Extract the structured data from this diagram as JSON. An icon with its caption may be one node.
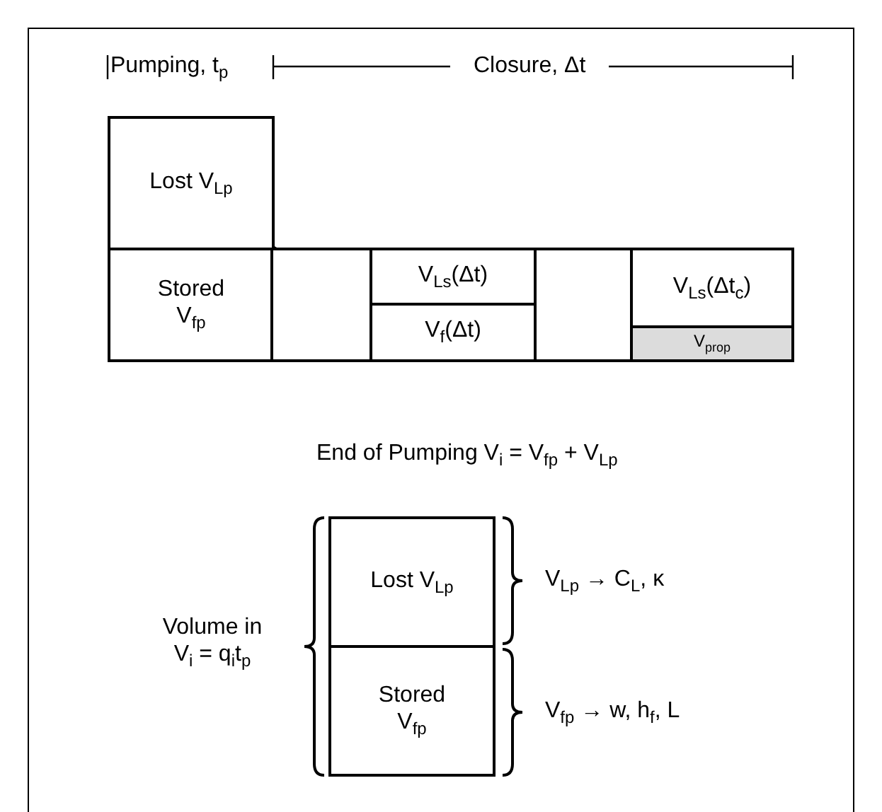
{
  "diagram": {
    "nodes": [
      {
        "text": [
          "Lost V$_{Lp}$"
        ]
      },
      {
        "text": [
          "Stored V$_{fp}$"
        ]
      },
      {
        "text": [],
        "shape": "box"
      },
      {
        "text": [
          "V$_{Ls}$(Δt)"
        ]
      },
      {
        "text": [
          "V$_{f}$(Δt)"
        ]
      },
      {
        "text": [],
        "shape": "box"
      },
      {
        "text": [
          "V$_{Ls}$(Δt$_{c}$)"
        ]
      },
      {
        "text": [
          "V$_{prop}$"
        ]
      },
      {
        "text": [
          "Lost V$_{Lp}$"
        ]
      },
      {
        "text": [
          "Stored V$_{fp}$"
        ]
      }
    ],
    "edges": [],
    "labels": [
      "Pumping, t$_{p}$",
      "Closure, Δt",
      "End of Pumping V$_{i}$ = V$_{fp}$ + V$_{Lp}$",
      "Volume in V$_{i}$ = q$_{i}$t$_{p}$",
      "V$_{Lp}$ → C$_{L}$, κ",
      "V$_{fp}$ → w, h$_{f}$, L"
    ]
  }
}
